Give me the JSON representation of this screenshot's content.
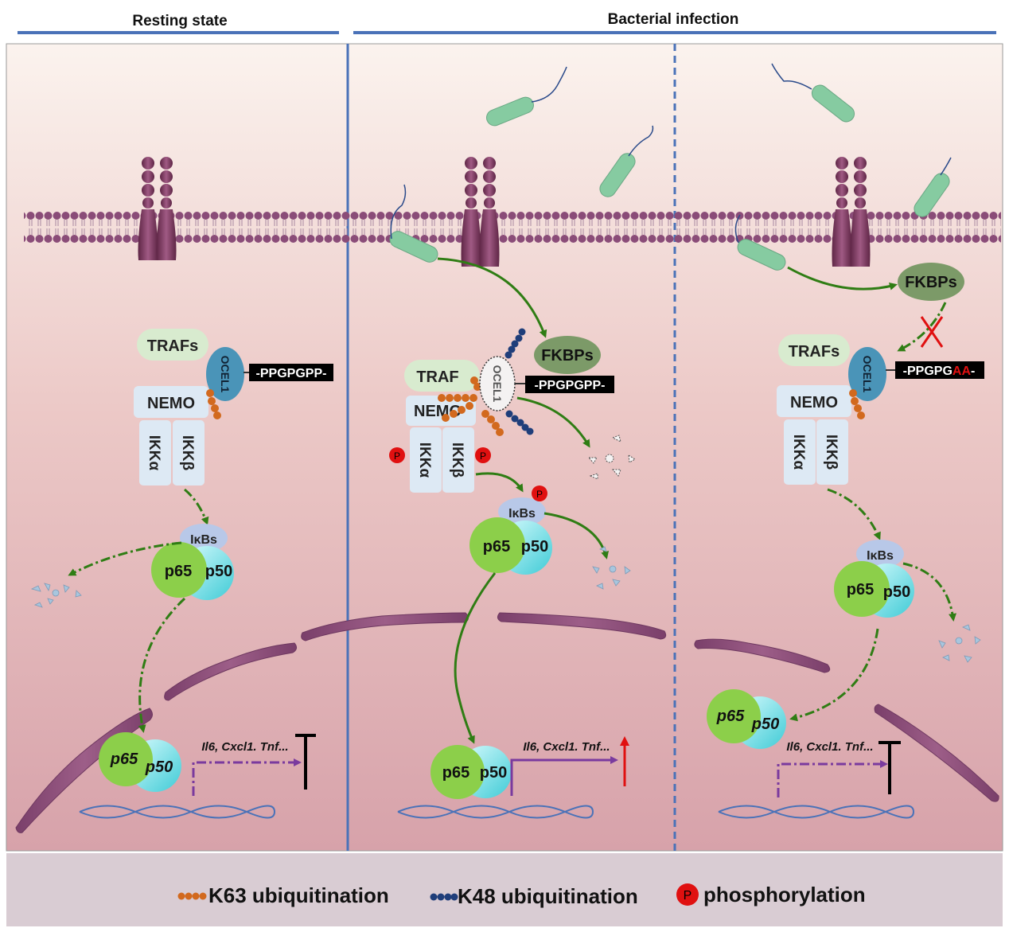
{
  "headers": {
    "resting": "Resting state",
    "infection": "Bacterial infection"
  },
  "labels": {
    "trafs": "TRAFs",
    "traf_partial": "TRAF",
    "nemo": "NEMO",
    "ikka": "IKKα",
    "ikkb": "IKKβ",
    "ocel1": "OCEL1",
    "ikbs": "IκBs",
    "p65": "p65",
    "p50": "p50",
    "fkbps": "FKBPs",
    "motif_wt": "-PPGPGPP-",
    "motif_mut_prefix": "-PPGPG",
    "motif_mut_aa": "AA",
    "motif_mut_suffix": "-",
    "genes": "Il6, Cxcl1. Tnf...",
    "phospho": "P"
  },
  "legend": {
    "k63": "K63 ubiquitination",
    "k48": "K48 ubiquitination",
    "phos": "phosphorylation",
    "phos_symbol": "P"
  },
  "colors": {
    "header_line": "#4a72b8",
    "membrane": "#8a4c78",
    "receptor": "#7a3a5e",
    "bacteria": "#86cba1",
    "traf": "#d8ebcf",
    "ikk_box": "#dde9f4",
    "ocel1": "#4a94b8",
    "k63": "#d2691e",
    "k48": "#1f3e7a",
    "p65": "#8ccf4a",
    "p50": "#7fe0e8",
    "ikbs": "#b8c8e8",
    "fkbps": "#7c9a68",
    "arrow": "#2f7d14",
    "gene_arrow": "#7a3a9e",
    "red": "#e01010",
    "legend_bg": "#d9ccd3"
  }
}
